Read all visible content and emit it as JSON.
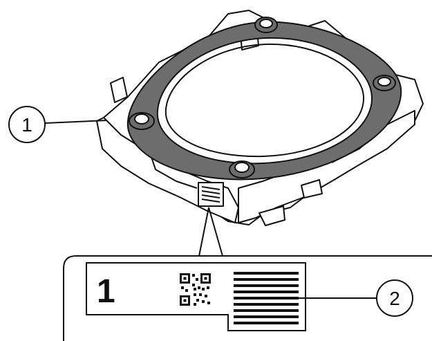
{
  "callouts": [
    {
      "number": "1"
    },
    {
      "number": "2"
    }
  ],
  "label": {
    "number": "1"
  },
  "colors": {
    "ring_fill": "#6d6d6d",
    "line": "#111111",
    "body_fill": "#ffffff"
  },
  "icons": {
    "qr": "qr-code-icon",
    "barcode": "serial-barcode-icon"
  }
}
